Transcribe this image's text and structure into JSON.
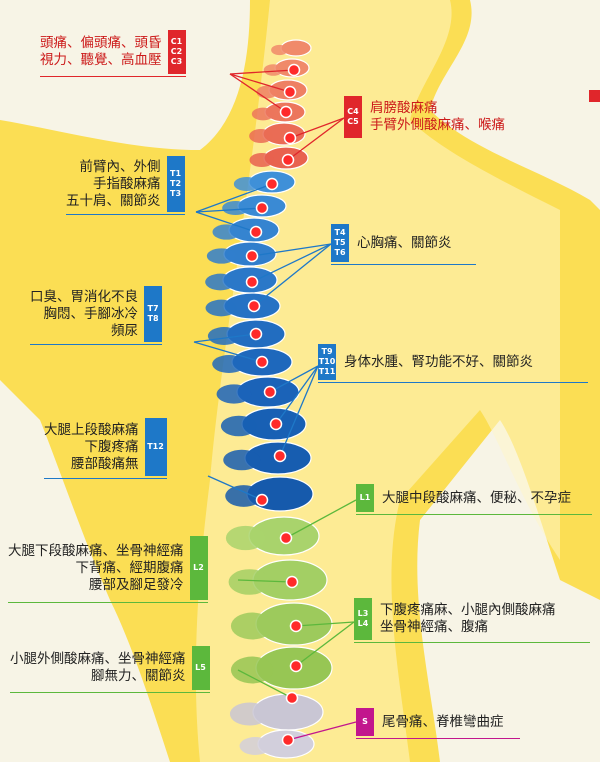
{
  "colors": {
    "red": "#e0262b",
    "blue": "#1e78c8",
    "green": "#5cb83c",
    "magenta": "#c2168d",
    "body_yellow": "#fbd93a",
    "background": "#f7f4e6"
  },
  "labels": {
    "c1_c3": {
      "tag": [
        "C1",
        "C2",
        "C3"
      ],
      "lines": [
        "頭痛、偏頭痛、頭昏",
        "視力、聽覺、高血壓"
      ]
    },
    "c4_c5": {
      "tag": [
        "C4",
        "C5"
      ],
      "lines": [
        "肩膀酸麻痛",
        "手臂外側酸麻痛、喉痛"
      ]
    },
    "t1_t3": {
      "tag": [
        "T1",
        "T2",
        "T3"
      ],
      "lines": [
        "前臂內、外側",
        "手指酸麻痛",
        "五十肩、關節炎"
      ]
    },
    "t4_t6": {
      "tag": [
        "T4",
        "T5",
        "T6"
      ],
      "lines": [
        "心胸痛、關節炎"
      ]
    },
    "t7_t8": {
      "tag": [
        "T7",
        "T8"
      ],
      "lines": [
        "口臭、胃消化不良",
        "胸悶、手腳冰冷",
        "頻尿"
      ]
    },
    "t9_t11": {
      "tag": [
        "T9",
        "T10",
        "T11"
      ],
      "lines": [
        "身体水腫、腎功能不好、關節炎"
      ]
    },
    "t12": {
      "tag": [
        "T12"
      ],
      "lines": [
        "大腿上段酸麻痛",
        "下腹疼痛",
        "腰部酸痛無"
      ]
    },
    "l1": {
      "tag": [
        "L1"
      ],
      "lines": [
        "大腿中段酸麻痛、便秘、不孕症"
      ]
    },
    "l2": {
      "tag": [
        "L2"
      ],
      "lines": [
        "大腿下段酸麻痛、坐骨神經痛",
        "下背痛、經期腹痛",
        "腰部及腳足發冷"
      ]
    },
    "l3_l4": {
      "tag": [
        "L3",
        "L4"
      ],
      "lines": [
        "下腹疼痛麻、小腿內側酸麻痛",
        "坐骨神經痛、腹痛"
      ]
    },
    "l5": {
      "tag": [
        "L5"
      ],
      "lines": [
        "小腿外側酸麻痛、坐骨神經痛",
        "腳無力、關節炎"
      ]
    },
    "s": {
      "tag": [
        "S"
      ],
      "lines": [
        "尾骨痛、脊椎彎曲症"
      ]
    }
  }
}
